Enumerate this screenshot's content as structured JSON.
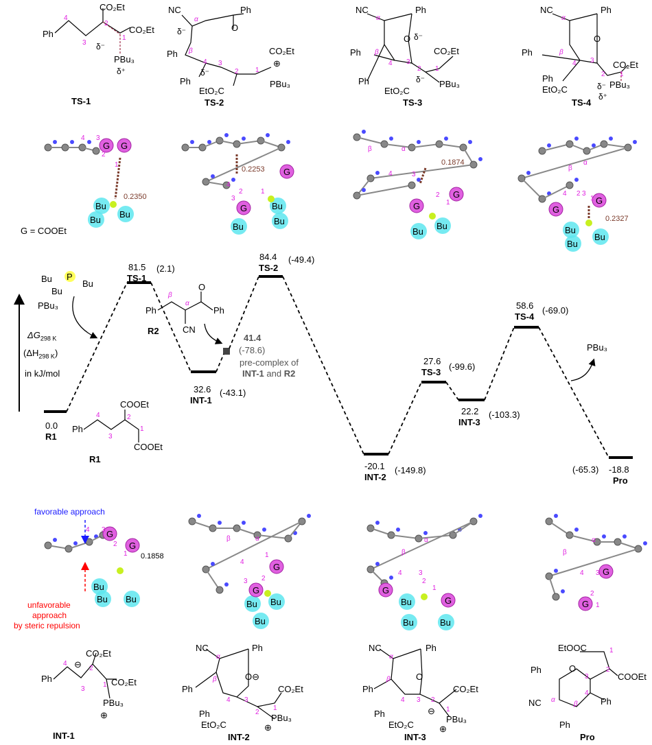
{
  "legend": {
    "g_def": "G = COOEt"
  },
  "top_structures": [
    {
      "label": "TS-1",
      "texts": [
        "CO₂Et",
        "4",
        "Ph",
        "2",
        "1",
        "CO₂Et",
        "3",
        "δ⁻",
        "PBu₃",
        "δ⁺"
      ]
    },
    {
      "label": "TS-2",
      "texts": [
        "NC",
        "Ph",
        "α",
        "δ⁻",
        "β",
        "Ph",
        "4",
        "3",
        "δ⁻",
        "CO₂Et",
        "2",
        "1",
        "⊕",
        "Ph",
        "EtO₂C",
        "PBu₃",
        "O"
      ]
    },
    {
      "label": "TS-3",
      "texts": [
        "NC",
        "Ph",
        "α",
        "O",
        "δ⁻",
        "Ph",
        "β",
        "4",
        "3",
        "CO₂Et",
        "2",
        "1",
        "δ⁻",
        "PBu₃",
        "Ph",
        "EtO₂C"
      ]
    },
    {
      "label": "TS-4",
      "texts": [
        "NC",
        "Ph",
        "α",
        "O",
        "Ph",
        "β",
        "4",
        "3",
        "2",
        "1",
        "CO₂Et",
        "δ⁻",
        "PBu₃",
        "δ⁺",
        "Ph",
        "EtO₂C"
      ]
    }
  ],
  "models": [
    {
      "distance": "0.2350",
      "G": "G",
      "Bu": "Bu",
      "nums": [
        "4",
        "3",
        "2",
        "1"
      ]
    },
    {
      "distance": "0.2253",
      "G": "G",
      "Bu": "Bu",
      "nums": [
        "4",
        "3",
        "2",
        "1"
      ]
    },
    {
      "distance": "0.1874",
      "G": "G",
      "Bu": "Bu",
      "nums": [
        "β",
        "α",
        "4",
        "3",
        "2",
        "1"
      ]
    },
    {
      "distance": "0.2327",
      "G": "G",
      "Bu": "Bu",
      "nums": [
        "β",
        "α",
        "4",
        "3",
        "2",
        "1"
      ]
    },
    {
      "distance": "0.1858",
      "G": "G",
      "Bu": "Bu",
      "nums": [
        "4",
        "3",
        "2",
        "1"
      ]
    },
    {
      "G": "G",
      "Bu": "Bu",
      "nums": [
        "β",
        "α",
        "4",
        "3",
        "2",
        "1"
      ]
    },
    {
      "G": "G",
      "Bu": "Bu",
      "nums": [
        "β",
        "α",
        "4",
        "3",
        "2",
        "1"
      ]
    },
    {
      "G": "G",
      "nums": [
        "β",
        "α",
        "4",
        "3",
        "2",
        "1"
      ]
    }
  ],
  "approach": {
    "favorable": "favorable approach",
    "unfavorable": [
      "unfavorable",
      "approach",
      "by steric repulsion"
    ],
    "favorable_color": "#1a1aff",
    "unfavorable_color": "#ff0000"
  },
  "profile": {
    "axis": {
      "line1": "ΔG",
      "sub1": "298 K",
      "line2a": "(ΔH",
      "sub2": "298 K",
      "line2b": ")",
      "line3": "in kJ/mol"
    },
    "levels": [
      {
        "name": "R1",
        "dG": "0.0",
        "dH": ""
      },
      {
        "name": "TS-1",
        "dG": "81.5",
        "dH": "(2.1)"
      },
      {
        "name": "INT-1",
        "dG": "32.6",
        "dH": "(-43.1)"
      },
      {
        "name": "pre",
        "dG": "41.4",
        "dH": "(-78.6)"
      },
      {
        "name": "TS-2",
        "dG": "84.4",
        "dH": "(-49.4)"
      },
      {
        "name": "INT-2",
        "dG": "-20.1",
        "dH": "(-149.8)"
      },
      {
        "name": "TS-3",
        "dG": "27.6",
        "dH": "(-99.6)"
      },
      {
        "name": "INT-3",
        "dG": "22.2",
        "dH": "(-103.3)"
      },
      {
        "name": "TS-4",
        "dG": "58.6",
        "dH": "(-69.0)"
      },
      {
        "name": "Pro",
        "dG": "-18.8",
        "dH": "(-65.3)"
      }
    ],
    "precomplex": {
      "text": "pre-complex of",
      "a": "INT-1",
      "and": " and ",
      "b": "R2"
    },
    "pbu3": {
      "bu1": "Bu",
      "bu2": "Bu",
      "bu3": "Bu",
      "p": "P",
      "label": "PBu₃"
    },
    "r2": {
      "ph1": "Ph",
      "beta": "β",
      "alpha": "α",
      "o": "O",
      "ph2": "Ph",
      "cn": "CN",
      "label": "R2"
    },
    "r1": {
      "ph": "Ph",
      "n4": "4",
      "n3": "3",
      "n2": "2",
      "n1": "1",
      "coo1": "COOEt",
      "coo2": "COOEt",
      "label": "R1"
    },
    "leaving": "PBu₃"
  },
  "bottom_structures": [
    {
      "label": "INT-1",
      "texts": [
        "CO₂Et",
        "4",
        "Ph",
        "⊖",
        "2",
        "1",
        "CO₂Et",
        "3",
        "PBu₃",
        "⊕"
      ]
    },
    {
      "label": "INT-2",
      "texts": [
        "NC",
        "Ph",
        "α",
        "β",
        "O⊖",
        "Ph",
        "4",
        "3",
        "CO₂Et",
        "2",
        "1",
        "Ph",
        "EtO₂C",
        "PBu₃",
        "⊕"
      ]
    },
    {
      "label": "INT-3",
      "texts": [
        "NC",
        "Ph",
        "α",
        "O",
        "Ph",
        "β",
        "4",
        "3",
        "2",
        "CO₂Et",
        "⊖",
        "1",
        "Ph",
        "EtO₂C",
        "PBu₃",
        "⊕"
      ]
    },
    {
      "label": "Pro",
      "texts": [
        "EtOOC",
        "1",
        "2",
        "COOEt",
        "Ph",
        "O",
        "3",
        "4",
        "Ph",
        "NC",
        "α",
        "β",
        "Ph"
      ]
    }
  ]
}
